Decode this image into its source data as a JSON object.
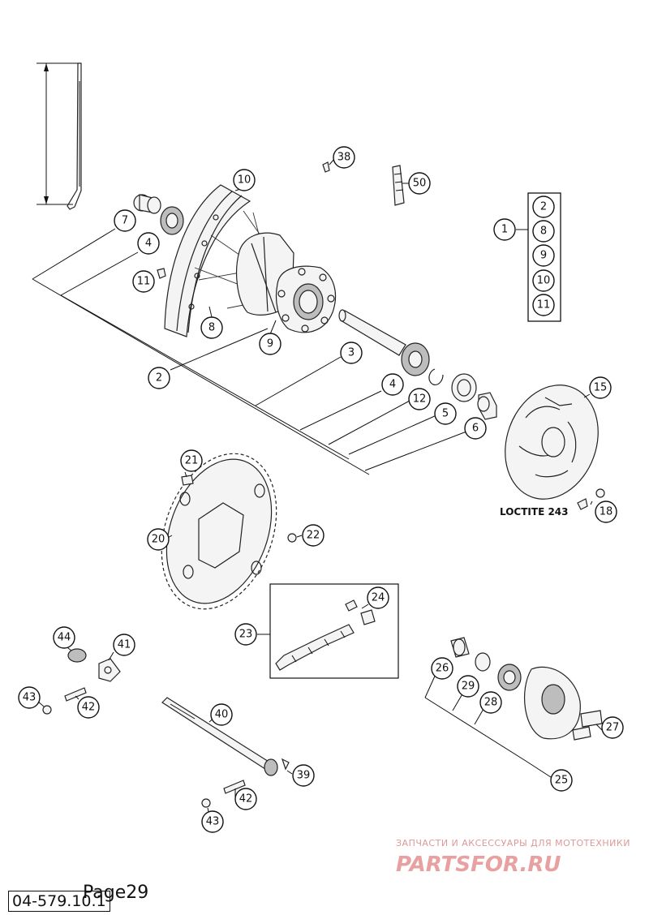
{
  "diagram": {
    "callouts": [
      "10",
      "38",
      "50",
      "7",
      "4",
      "11",
      "8",
      "9",
      "2",
      "3",
      "4",
      "12",
      "5",
      "6",
      "15",
      "1",
      "2",
      "8",
      "9",
      "10",
      "11",
      "21",
      "20",
      "22",
      "24",
      "23",
      "44",
      "41",
      "43",
      "42",
      "40",
      "39",
      "42",
      "43",
      "26",
      "29",
      "28",
      "27",
      "25",
      "18"
    ],
    "kit_box_label": "1",
    "kit_items": [
      "2",
      "8",
      "9",
      "10",
      "11"
    ],
    "loctite_label": "LOCTITE 243"
  },
  "watermark": {
    "top_text": "ЗАПЧАСТИ И АКСЕССУАРЫ ДЛЯ МОТОТЕХНИКИ",
    "brand": "PARTSFOR.RU"
  },
  "footer": {
    "code": "04-579.10.1",
    "page": "Page29"
  }
}
